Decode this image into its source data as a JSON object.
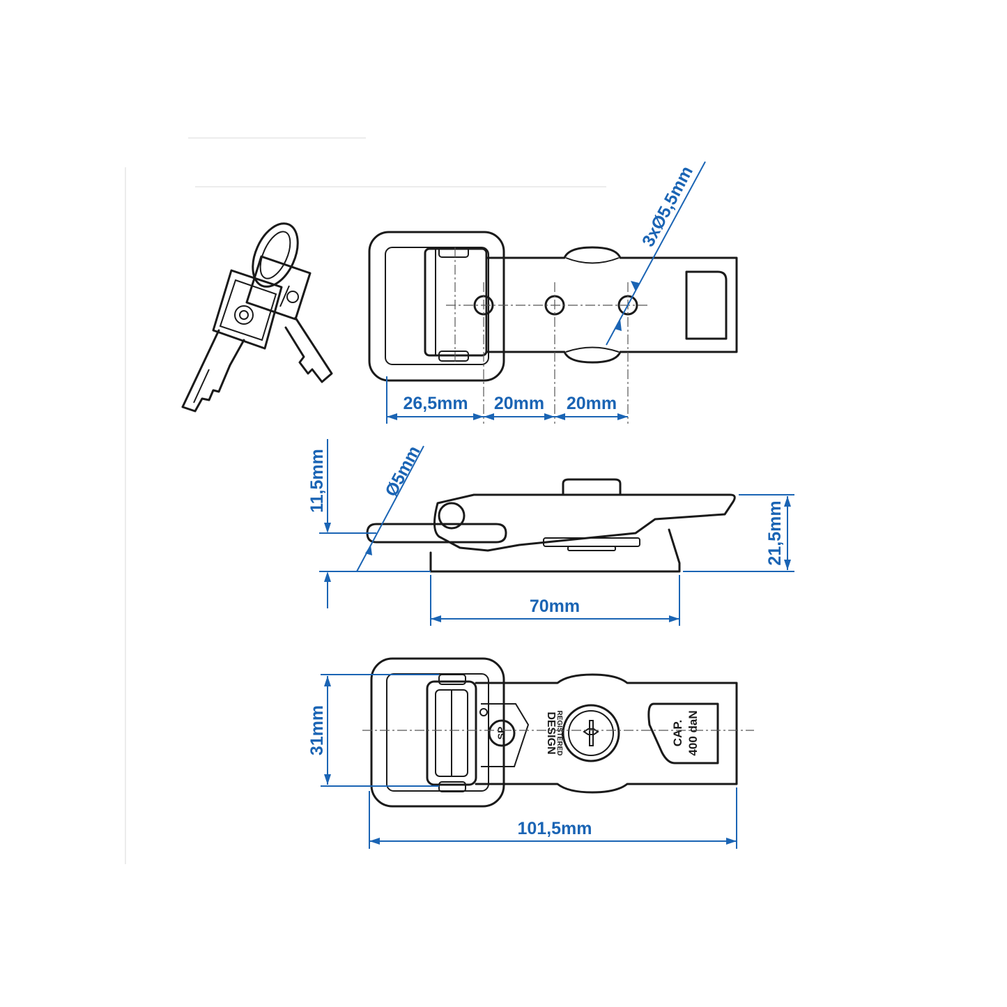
{
  "colors": {
    "dimension": "#1a64b4",
    "outline": "#1a1a1a",
    "background": "#ffffff"
  },
  "dimensions": {
    "hole_spacing_1": "26,5mm",
    "hole_spacing_2": "20mm",
    "hole_spacing_3": "20mm",
    "hole_diameter": "3xØ5,5mm",
    "pin_diameter": "Ø5mm",
    "pin_height": "11,5mm",
    "base_length": "70mm",
    "total_height": "21,5mm",
    "width": "31mm",
    "total_length": "101,5mm"
  },
  "markings": {
    "design_line1": "DESIGN",
    "design_line2": "REGISTERED",
    "cap_line1": "CAP.",
    "cap_line2": "400 daN"
  },
  "icons": {
    "keys": "key-icon",
    "lock": "lock-cylinder-icon",
    "brand_logo": "brand-logo-icon"
  }
}
